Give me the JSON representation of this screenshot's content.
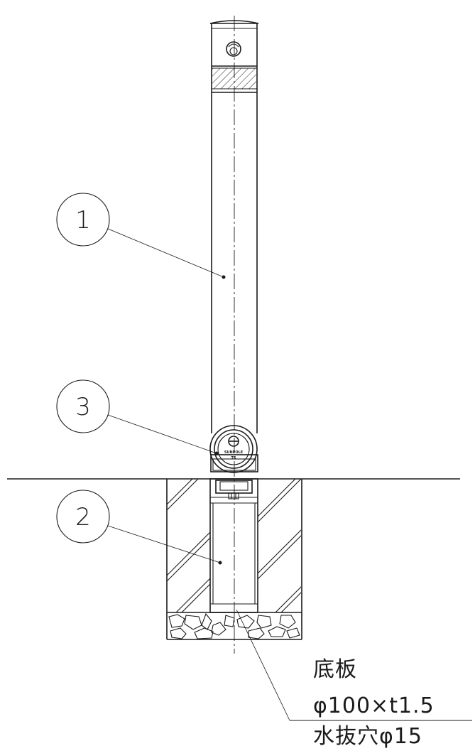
{
  "callouts": [
    {
      "id": "1",
      "label": "1"
    },
    {
      "id": "2",
      "label": "2"
    },
    {
      "id": "3",
      "label": "3"
    }
  ],
  "lock_cap": {
    "line1": "SUNPOLE",
    "line2": "TS"
  },
  "base_plate_note": {
    "title": "底板",
    "spec": "φ100×t1.5",
    "drain": "水抜穴φ15"
  }
}
